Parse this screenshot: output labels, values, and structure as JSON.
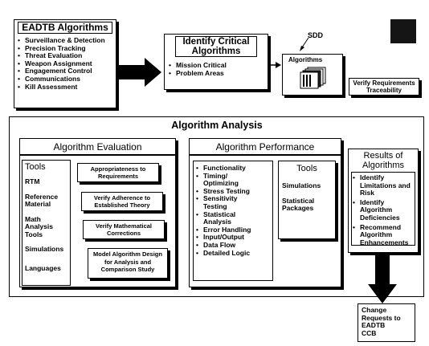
{
  "eadtb": {
    "title": "EADTB Algorithms",
    "items": [
      "Surveillance & Detection",
      "Precision Tracking",
      "Threat Evaluation",
      "Weapon Assignment",
      "Engagement Control",
      "Communications",
      "Kill Assessment"
    ]
  },
  "identify": {
    "title": "Identify Critical Algorithms",
    "items": [
      "Mission Critical",
      "Problem Areas"
    ]
  },
  "sdd": {
    "label": "SDD",
    "algorithms_label": "Algorithms"
  },
  "verify": {
    "label": "Verify Requirements Traceability"
  },
  "analysis": {
    "title": "Algorithm Analysis"
  },
  "evaluation": {
    "title": "Algorithm Evaluation",
    "tools_title": "Tools",
    "tools": [
      "RTM",
      "Reference Material",
      "Math Analysis Tools",
      "Simulations",
      "Languages"
    ],
    "steps": [
      "Appropriateness to Requirements",
      "Verify Adherence to Established Theory",
      "Verify Mathematical Corrections",
      "Model Algorithm Design for Analysis and Comparison Study"
    ]
  },
  "performance": {
    "title": "Algorithm Performance",
    "items": [
      "Functionality",
      "Timing/ Optimizing",
      "Stress Testing",
      "Sensitivity Testing",
      "Statistical Analysis",
      "Error Handling",
      "Input/Output",
      "Data Flow",
      "Detailed Logic"
    ],
    "tools_title": "Tools",
    "tools": [
      "Simulations",
      "Statistical Packages"
    ]
  },
  "results": {
    "title": "Results of Algorithms",
    "items": [
      "Identify Limitations and Risk",
      "Identify Algorithm Deficiencies",
      "Recommend Algorithm Enhancements"
    ]
  },
  "change": {
    "label": "Change Requests to EADTB CCB"
  },
  "colors": {
    "line": "#000000",
    "background": "#ffffff",
    "logo": "#111111"
  }
}
